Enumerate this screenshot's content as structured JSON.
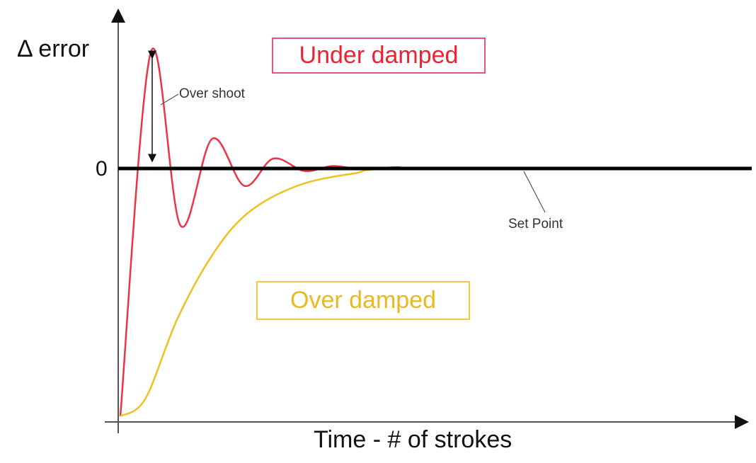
{
  "chart_data": {
    "type": "line",
    "title": "",
    "ylabel": "Δ error",
    "xlabel": "Time - # of strokes",
    "y_zero_label": "0",
    "xlim": [
      0,
      20
    ],
    "ylim": [
      -1,
      0.5
    ],
    "series": [
      {
        "name": "Under damped",
        "color": "#ee3344",
        "x": [
          0,
          0.98,
          1.93,
          2.95,
          3.98,
          4.91,
          5.91,
          6.82,
          7.73,
          8.86,
          10.23,
          20
        ],
        "y": [
          -1,
          0.47,
          -0.23,
          0.12,
          -0.07,
          0.04,
          -0.01,
          0.01,
          -0.003,
          0.005,
          0,
          0
        ]
      },
      {
        "name": "Over damped",
        "color": "#f0c020",
        "x": [
          0,
          0.8,
          1.82,
          2.95,
          4.09,
          5.68,
          7.5,
          9.32,
          20
        ],
        "y": [
          -1,
          -0.93,
          -0.61,
          -0.35,
          -0.18,
          -0.07,
          -0.02,
          0,
          0
        ]
      }
    ],
    "annotations": {
      "overshoot": "Over shoot",
      "setpoint": "Set Point"
    },
    "grid": false
  }
}
